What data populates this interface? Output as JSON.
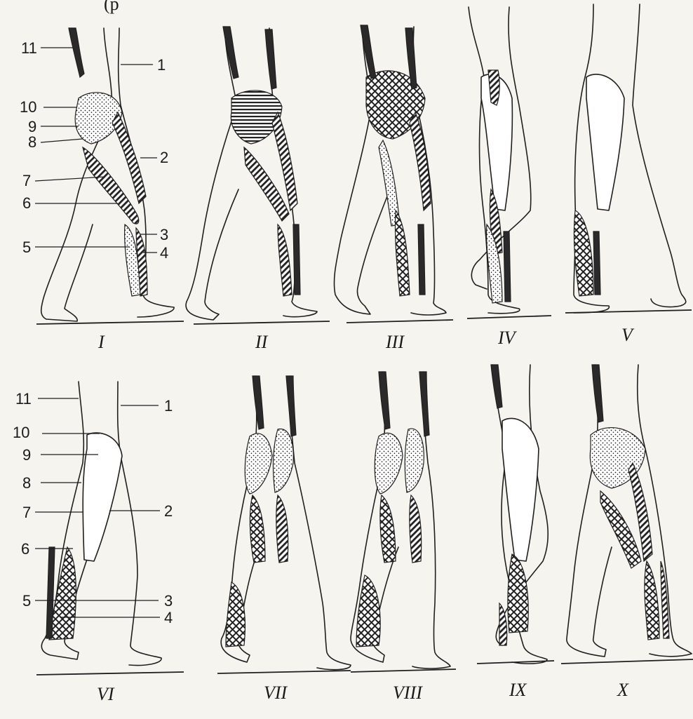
{
  "page_fragment": "(p",
  "figure_I": {
    "numeral": "I",
    "labels_left": [
      "11",
      "10",
      "9",
      "8",
      "7",
      "6",
      "5"
    ],
    "labels_right": [
      "1",
      "2",
      "3",
      "4"
    ]
  },
  "figure_VI": {
    "numeral": "VI",
    "labels_left": [
      "11",
      "10",
      "9",
      "8",
      "7",
      "6",
      "5"
    ],
    "labels_right": [
      "1",
      "2",
      "3",
      "4"
    ]
  },
  "top_row_numerals": [
    "I",
    "II",
    "III",
    "IV",
    "V"
  ],
  "bottom_row_numerals": [
    "VI",
    "VII",
    "VIII",
    "IX",
    "X"
  ],
  "colors": {
    "ink": "#1f1f1f",
    "paper": "#f6f4ee"
  }
}
